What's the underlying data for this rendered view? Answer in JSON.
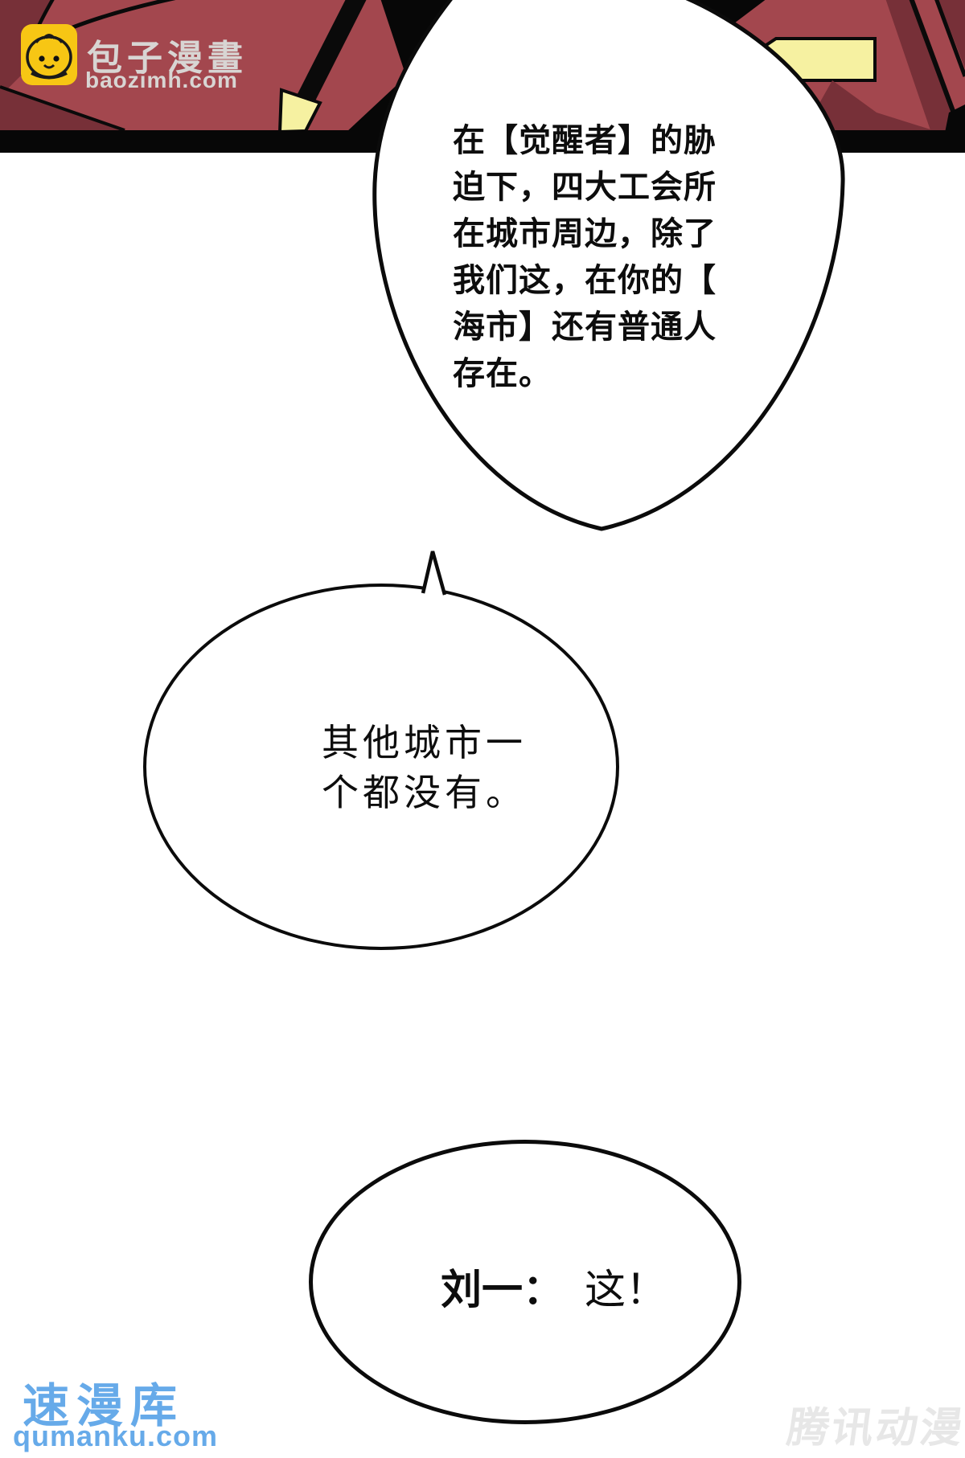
{
  "branding": {
    "baozi_title": "包子漫畫",
    "baozi_domain": "baozimh.com",
    "qumanku_title": "速漫库",
    "qumanku_domain": "qumanku.com",
    "tencent_label": "腾讯动漫"
  },
  "bubbles": {
    "b1_lines": [
      "在【觉醒者】的胁",
      "迫下，四大工会所",
      "在城市周边，除了",
      "我们这，在你的【",
      "海市】还有普通人",
      "存在。"
    ],
    "b2_lines": [
      "其他城市一",
      "个都没有。"
    ],
    "b3_speaker": "刘一：",
    "b3_text": "这！"
  },
  "colors": {
    "panel_black": "#070707",
    "panel_red": "#a3474e",
    "panel_red_dark": "#773038",
    "pale_yellow": "#f6f1a1",
    "logo_yellow": "#f7c614",
    "logo_text_gray": "#d8d5d3",
    "qumanku_blue": "#66aae9",
    "tencent_gray": "#e7e7e7",
    "bubble_outline": "#0b0b0b"
  }
}
